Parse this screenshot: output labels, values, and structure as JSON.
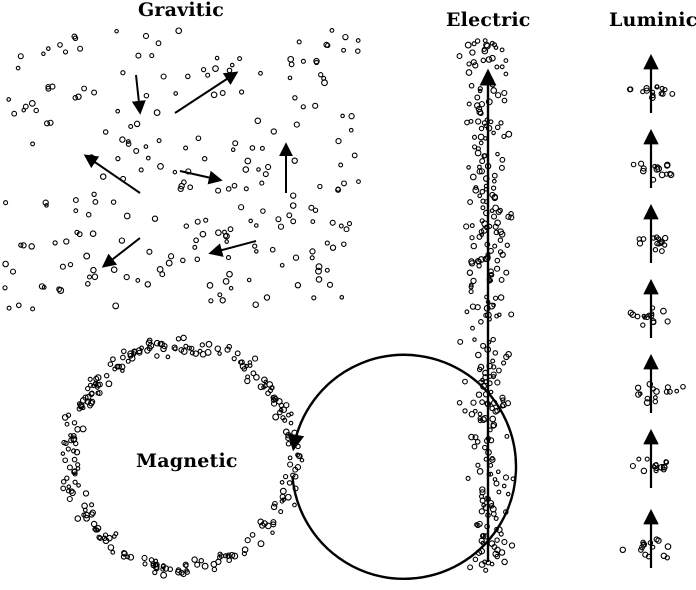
{
  "labels": {
    "gravitic": "Gravitic",
    "electric": "Electric",
    "luminic": "Luminic",
    "magnetic": "Magnetic"
  },
  "colors": {
    "ink": "#000000",
    "background": "#ffffff"
  }
}
